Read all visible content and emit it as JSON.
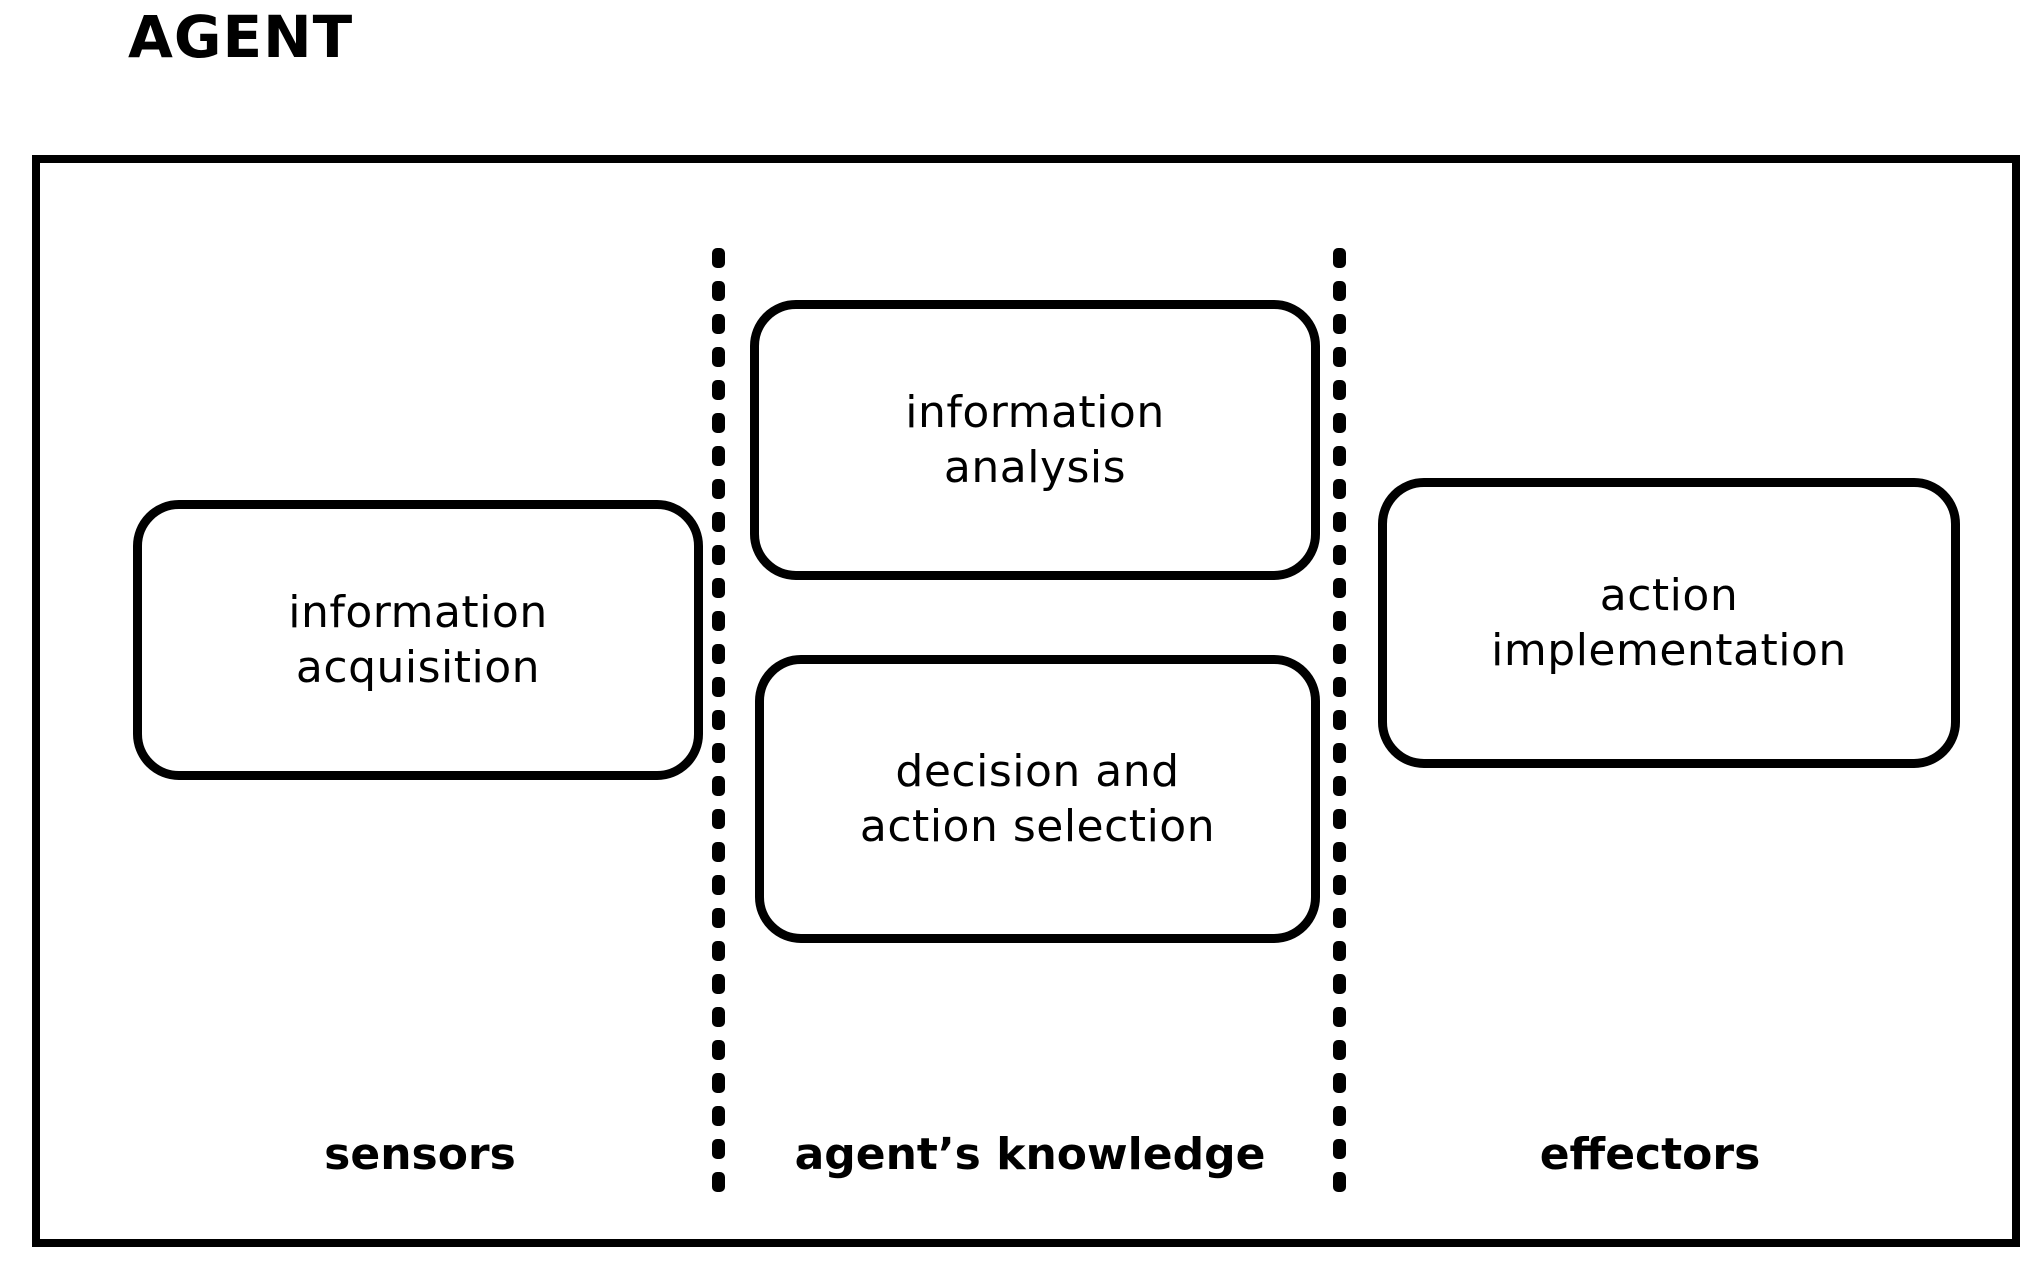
{
  "title": "AGENT",
  "frame": {
    "label": "agent-boundary",
    "border_color": "#000000",
    "background_color": "#ffffff"
  },
  "dividers": [
    {
      "name": "sensors-knowledge-divider",
      "style": "dotted"
    },
    {
      "name": "knowledge-effectors-divider",
      "style": "dotted"
    }
  ],
  "boxes": [
    {
      "id": "information-acquisition",
      "label": "information\nacquisition",
      "column": "sensors"
    },
    {
      "id": "information-analysis",
      "label": "information\nanalysis",
      "column": "agent's knowledge"
    },
    {
      "id": "decision-and-action-selection",
      "label": "decision and\naction selection",
      "column": "agent's knowledge"
    },
    {
      "id": "action-implementation",
      "label": "action\nimplementation",
      "column": "effectors"
    }
  ],
  "sections": [
    {
      "id": "sensors",
      "label": "sensors"
    },
    {
      "id": "agents-knowledge",
      "label": "agent’s knowledge"
    },
    {
      "id": "effectors",
      "label": "effectors"
    }
  ],
  "colors": {
    "stroke": "#000000",
    "fill": "#ffffff",
    "text": "#000000"
  }
}
